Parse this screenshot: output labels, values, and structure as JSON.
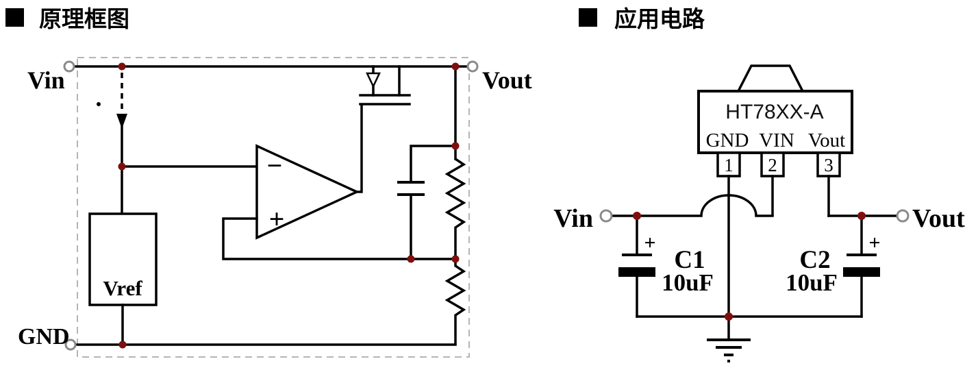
{
  "sections": {
    "block_diagram": {
      "title": "原理框图",
      "terminals": {
        "vin": "Vin",
        "vout": "Vout",
        "gnd": "GND"
      },
      "blocks": {
        "vref": "Vref"
      },
      "opamp": {
        "inverting": "−",
        "noninverting": "+"
      }
    },
    "application_circuit": {
      "title": "应用电路",
      "chip": {
        "name": "HT78XX-A",
        "pin_labels": [
          "GND",
          "VIN",
          "Vout"
        ],
        "pin_numbers": [
          "1",
          "2",
          "3"
        ]
      },
      "terminals": {
        "vin": "Vin",
        "vout": "Vout"
      },
      "capacitors": [
        {
          "name": "C1",
          "value": "10uF",
          "polarity": "+"
        },
        {
          "name": "C2",
          "value": "10uF",
          "polarity": "+"
        }
      ]
    }
  },
  "colors": {
    "wire": "#000000",
    "junction_dot": "#7f0f0f",
    "terminal_ring": "#8a8a8a",
    "dashed_border": "#b5b5b5"
  }
}
